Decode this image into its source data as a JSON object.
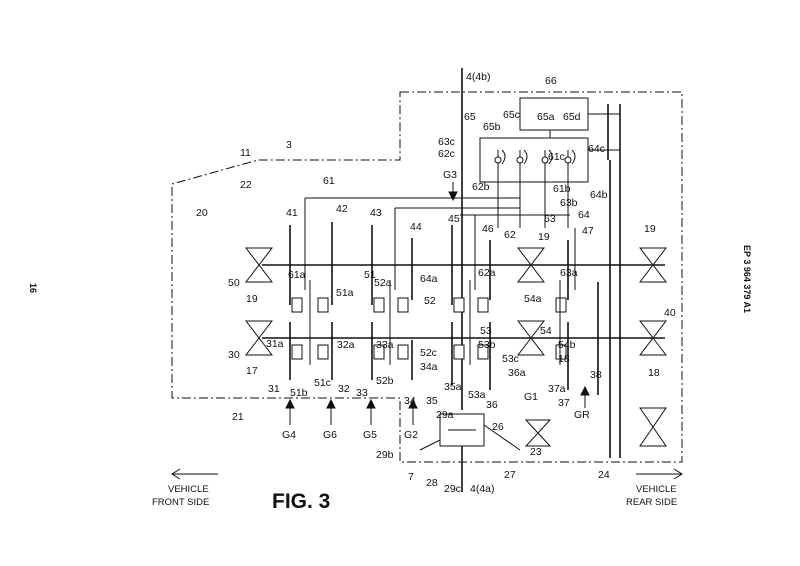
{
  "figure": {
    "caption": "FIG. 3",
    "page_number": "16",
    "publication_number": "EP 3 964 379 A1",
    "front_side_label": [
      "VEHICLE",
      "FRONT SIDE"
    ],
    "rear_side_label": [
      "VEHICLE",
      "REAR SIDE"
    ],
    "reference_labels": [
      {
        "text": "4(4b)"
      },
      {
        "text": "66"
      },
      {
        "text": "65"
      },
      {
        "text": "65b"
      },
      {
        "text": "65c"
      },
      {
        "text": "65a"
      },
      {
        "text": "65d"
      },
      {
        "text": "63c"
      },
      {
        "text": "62c"
      },
      {
        "text": "61c"
      },
      {
        "text": "64c"
      },
      {
        "text": "11"
      },
      {
        "text": "3"
      },
      {
        "text": "G3"
      },
      {
        "text": "61"
      },
      {
        "text": "22"
      },
      {
        "text": "62b"
      },
      {
        "text": "61b"
      },
      {
        "text": "64b"
      },
      {
        "text": "63b"
      },
      {
        "text": "64"
      },
      {
        "text": "20"
      },
      {
        "text": "41"
      },
      {
        "text": "42"
      },
      {
        "text": "43"
      },
      {
        "text": "45"
      },
      {
        "text": "44"
      },
      {
        "text": "62"
      },
      {
        "text": "63"
      },
      {
        "text": "46"
      },
      {
        "text": "19"
      },
      {
        "text": "47"
      },
      {
        "text": "19"
      },
      {
        "text": "50"
      },
      {
        "text": "19"
      },
      {
        "text": "61a"
      },
      {
        "text": "51"
      },
      {
        "text": "51a"
      },
      {
        "text": "52a"
      },
      {
        "text": "64a"
      },
      {
        "text": "52"
      },
      {
        "text": "62a"
      },
      {
        "text": "63a"
      },
      {
        "text": "54a"
      },
      {
        "text": "40"
      },
      {
        "text": "53"
      },
      {
        "text": "54"
      },
      {
        "text": "30"
      },
      {
        "text": "31a"
      },
      {
        "text": "32a"
      },
      {
        "text": "33a"
      },
      {
        "text": "52c"
      },
      {
        "text": "34a"
      },
      {
        "text": "53b"
      },
      {
        "text": "53c"
      },
      {
        "text": "54b"
      },
      {
        "text": "18"
      },
      {
        "text": "17"
      },
      {
        "text": "36a"
      },
      {
        "text": "18"
      },
      {
        "text": "31"
      },
      {
        "text": "51b"
      },
      {
        "text": "51c"
      },
      {
        "text": "32"
      },
      {
        "text": "33"
      },
      {
        "text": "52b"
      },
      {
        "text": "35a"
      },
      {
        "text": "37a"
      },
      {
        "text": "38"
      },
      {
        "text": "53a"
      },
      {
        "text": "G1"
      },
      {
        "text": "21"
      },
      {
        "text": "34"
      },
      {
        "text": "35"
      },
      {
        "text": "36"
      },
      {
        "text": "37"
      },
      {
        "text": "GR"
      },
      {
        "text": "29a"
      },
      {
        "text": "26"
      },
      {
        "text": "G4"
      },
      {
        "text": "G6"
      },
      {
        "text": "G5"
      },
      {
        "text": "G2"
      },
      {
        "text": "23"
      },
      {
        "text": "29b"
      },
      {
        "text": "7"
      },
      {
        "text": "28"
      },
      {
        "text": "29c"
      },
      {
        "text": "4(4a)"
      },
      {
        "text": "27"
      },
      {
        "text": "24"
      }
    ]
  }
}
